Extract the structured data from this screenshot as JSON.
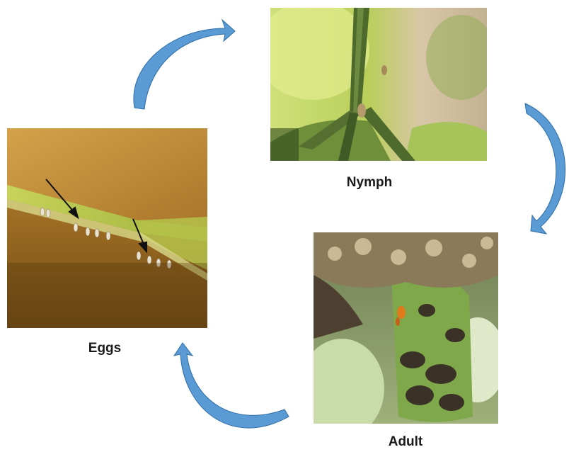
{
  "stages": {
    "eggs": {
      "label": "Eggs"
    },
    "nymph": {
      "label": "Nymph"
    },
    "adult": {
      "label": "Adult"
    }
  },
  "colors": {
    "arrow_fill": "#5b9bd5",
    "arrow_stroke": "#2e6da4"
  }
}
